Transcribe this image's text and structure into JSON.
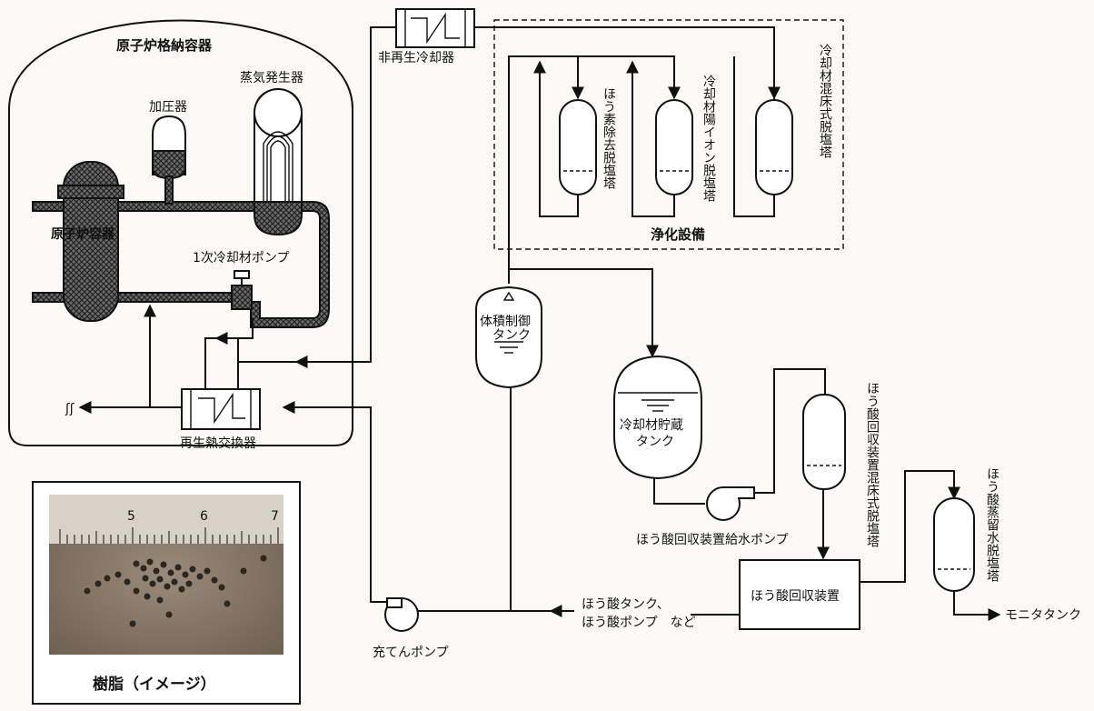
{
  "containment_label": "原子炉格納容器",
  "reactor_vessel_label": "原子炉容器",
  "steam_generator_label": "蒸気発生器",
  "pressurizer_label": "加圧器",
  "rcp_label": "1次冷却材ポンプ",
  "regen_hx_label": "再生熱交換器",
  "nonregen_cooler_label": "非再生冷却器",
  "purification_label": "浄化設備",
  "boron_removal_demin_label": "ほう素除去脱塩塔",
  "cation_demin_label": "冷却材陽イオン脱塩塔",
  "mixed_bed_demin_label": "冷却材混床式脱塩塔",
  "vct_label_line1": "体積制御",
  "vct_label_line2": "タンク",
  "hut_label_line1": "冷却材貯蔵",
  "hut_label_line2": "タンク",
  "recovery_mixed_bed_label": "ほう酸回収装置混床式脱塩塔",
  "recovery_feed_pump_label": "ほう酸回収装置給水ポンプ",
  "boric_recovery_label": "ほう酸回収装置",
  "distillate_demin_label": "ほう酸蒸留水脱塩塔",
  "monitor_tank_label": "モニタタンク",
  "boric_tank_line1": "ほう酸タンク、",
  "boric_tank_line2": "ほう酸ポンプ　など",
  "charging_pump_label": "充てんポンプ",
  "resin_caption": "樹脂（イメージ）",
  "ruler_digits": [
    "5",
    "6",
    "7"
  ]
}
